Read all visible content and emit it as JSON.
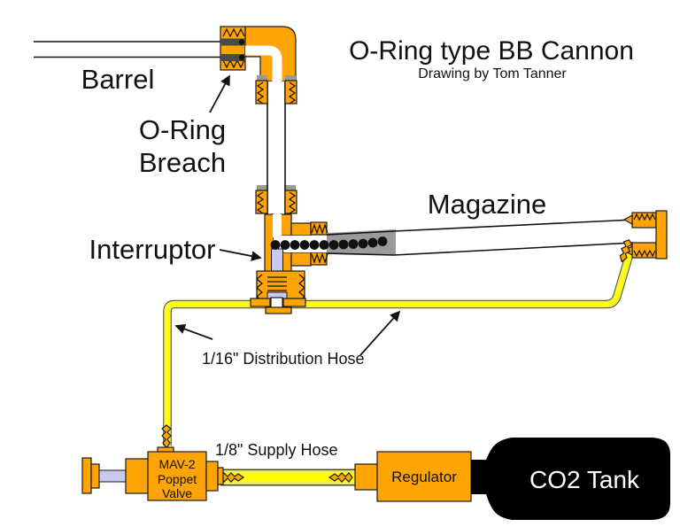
{
  "title": {
    "text": "O-Ring type BB Cannon",
    "credit": "Drawing by Tom Tanner"
  },
  "labels": {
    "barrel": "Barrel",
    "oring_line1": "O-Ring",
    "oring_line2": "Breach",
    "interruptor": "Interruptor",
    "magazine": "Magazine",
    "distribution_hose": "1/16\" Distribution Hose",
    "supply_hose": "1/8\" Supply Hose",
    "regulator": "Regulator",
    "co2_tank": "CO2 Tank"
  },
  "valve": {
    "line1": "MAV-2",
    "line2": "Poppet",
    "line3": "Valve"
  },
  "colors": {
    "orange": "#FFA405",
    "yellow": "#FFFF00",
    "lavender": "#C9C9F0",
    "tank": "#000000",
    "tanktext": "#FFFFFF",
    "background": "#FFFFFF"
  }
}
